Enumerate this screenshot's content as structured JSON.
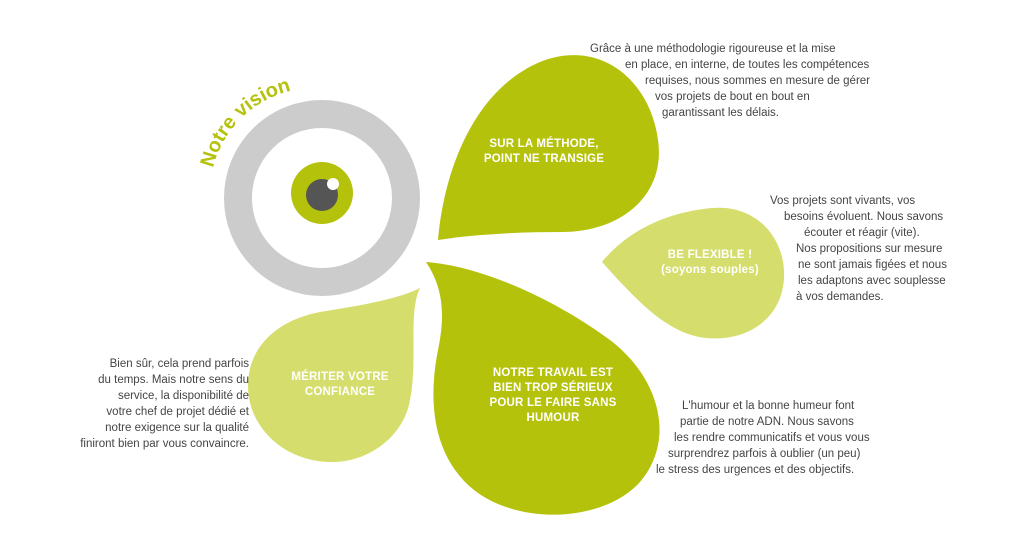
{
  "colors": {
    "dark_green": "#b5c20c",
    "light_green": "#d5de6c",
    "gray_ring": "#cccccc",
    "pupil": "#555555",
    "text": "#444444",
    "white": "#ffffff"
  },
  "vision": {
    "title": "Notre vision"
  },
  "petals": {
    "methode": {
      "label_lines": [
        "SUR LA MÉTHODE,",
        "POINT NE TRANSIGE"
      ]
    },
    "flexible": {
      "label_lines": [
        "BE FLEXIBLE !",
        "(soyons souples)"
      ]
    },
    "humour": {
      "label_lines": [
        "NOTRE TRAVAIL EST",
        "BIEN TROP SÉRIEUX",
        "POUR LE FAIRE SANS",
        "HUMOUR"
      ]
    },
    "confiance": {
      "label_lines": [
        "MÉRITER VOTRE",
        "CONFIANCE"
      ]
    }
  },
  "texts": {
    "methode": [
      "Grâce à une méthodologie rigoureuse et la mise",
      "en place, en interne, de toutes les compétences",
      "requises, nous sommes en mesure de gérer",
      "vos projets de bout en bout en",
      "garantissant les délais."
    ],
    "flexible": [
      "Vos projets sont vivants, vos",
      "besoins évoluent. Nous savons",
      "écouter et réagir (vite).",
      "Nos propositions sur mesure",
      "ne sont jamais figées et nous",
      "les adaptons avec souplesse",
      "à vos demandes."
    ],
    "humour": [
      "L'humour et la bonne humeur font",
      "partie de notre ADN. Nous savons",
      "les rendre communicatifs et vous vous",
      "surprendrez parfois à oublier (un peu)",
      "le stress des urgences et des objectifs."
    ],
    "confiance": [
      "Bien sûr, cela prend parfois",
      "du temps. Mais notre sens du",
      "service, la disponibilité de",
      "votre chef de projet dédié et",
      "notre exigence sur la qualité",
      "finiront bien par vous convaincre."
    ]
  }
}
